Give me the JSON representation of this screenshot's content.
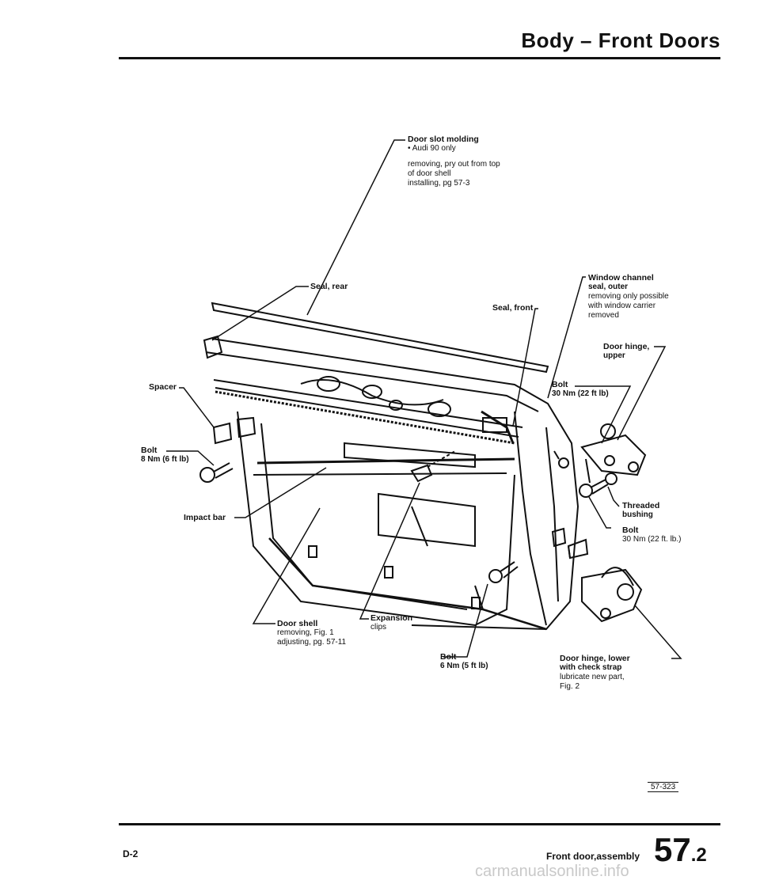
{
  "header": {
    "title": "Body – Front Doors"
  },
  "labels": {
    "door_slot_molding": {
      "title": "Door slot molding",
      "lines": [
        "• Audi 90 only",
        "removing, pry out from top",
        "of door shell",
        "installing, pg 57-3"
      ]
    },
    "seal_rear": {
      "title": "Seal, rear"
    },
    "seal_front": {
      "title": "Seal, front"
    },
    "window_channel": {
      "title": "Window channel",
      "subtitle": "seal, outer",
      "lines": [
        "removing only possible",
        "with window carrier",
        "removed"
      ]
    },
    "door_hinge_upper": {
      "title": "Door hinge,",
      "subtitle": "upper"
    },
    "bolt_upper": {
      "title": "Bolt",
      "subtitle": "30 Nm (22 ft lb)"
    },
    "spacer": {
      "title": "Spacer"
    },
    "bolt_left": {
      "title": "Bolt",
      "subtitle": "8 Nm (6 ft lb)"
    },
    "threaded_bushing": {
      "title": "Threaded",
      "subtitle": "bushing"
    },
    "bolt_hinge": {
      "title": "Bolt",
      "subtitle": "30 Nm (22 ft. lb.)"
    },
    "impact_bar": {
      "title": "Impact bar"
    },
    "door_shell": {
      "title": "Door shell",
      "lines": [
        "removing, Fig. 1",
        "adjusting, pg. 57-11"
      ]
    },
    "expansion_clips": {
      "title": "Expansion",
      "subtitle": "clips"
    },
    "bolt_bottom": {
      "title": "Bolt",
      "subtitle": "6 Nm (5 ft lb)"
    },
    "door_hinge_lower": {
      "title": "Door hinge, lower",
      "subtitle": "with check strap",
      "lines": [
        "lubricate new part,",
        "Fig. 2"
      ]
    }
  },
  "figure_ref": "57-323",
  "footer": {
    "left_code": "D-2",
    "section": "Front door,assembly",
    "page_major": "57",
    "page_minor": ".2"
  },
  "watermark": "carmanualsonline.info"
}
